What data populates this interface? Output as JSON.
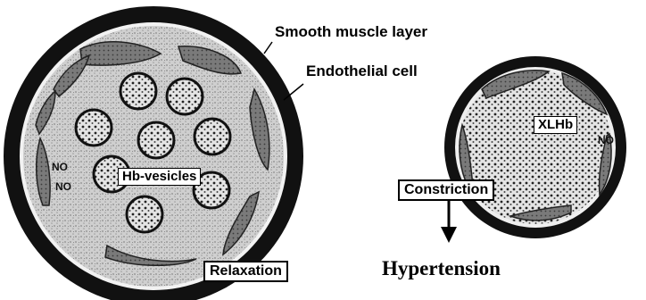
{
  "labels": {
    "smooth_muscle": "Smooth muscle layer",
    "endothelial": "Endothelial cell",
    "hb_vesicles": "Hb-vesicles",
    "relaxation": "Relaxation",
    "xlhb": "XLHb",
    "constriction": "Constriction",
    "hypertension": "Hypertension"
  },
  "no_marks": {
    "left_1": "NO",
    "left_2": "NO",
    "right_1": "NO"
  },
  "colors": {
    "wall": "#111111",
    "endothelium": "#6e6e6e",
    "lumen": "#c8c8c8",
    "speckle": "#9a9a9a"
  }
}
